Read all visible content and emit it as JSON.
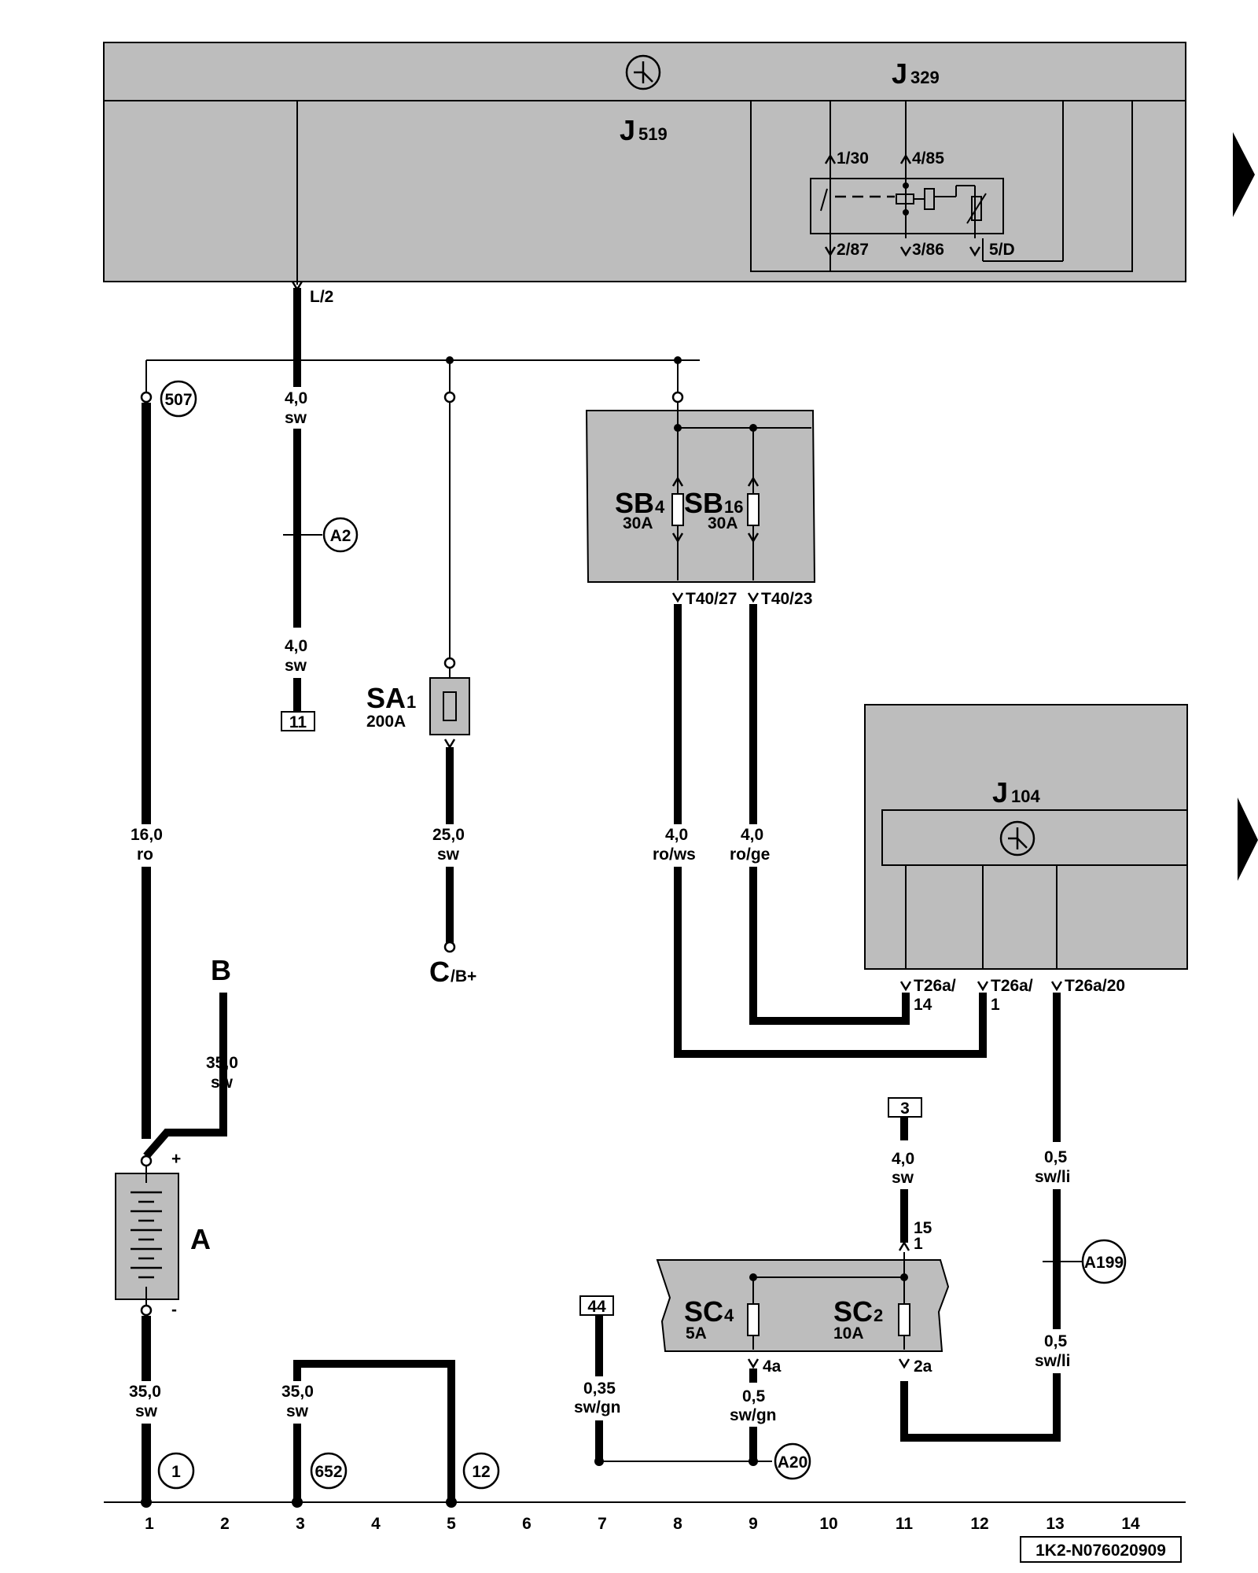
{
  "components": {
    "j329": {
      "letter": "J",
      "sub": "329"
    },
    "j519": {
      "letter": "J",
      "sub": "519"
    },
    "j104": {
      "letter": "J",
      "sub": "104"
    },
    "sa1": {
      "name": "SA",
      "sub": "1",
      "rating": "200A"
    },
    "sb4": {
      "name": "SB",
      "sub": "4",
      "rating": "30A"
    },
    "sb16": {
      "name": "SB",
      "sub": "16",
      "rating": "30A"
    },
    "sc4": {
      "name": "SC",
      "sub": "4",
      "rating": "5A"
    },
    "sc2": {
      "name": "SC",
      "sub": "2",
      "rating": "10A"
    },
    "battery": {
      "name": "A",
      "plus": "+",
      "minus": "-"
    },
    "b": {
      "name": "B"
    },
    "c": {
      "name": "C",
      "sub": "/B+"
    }
  },
  "relay_pins": [
    "1/30",
    "4/85",
    "2/87",
    "3/86",
    "5/D"
  ],
  "connectors": {
    "l2": "L/2",
    "t40_27": "T40/27",
    "t40_23": "T40/23",
    "t26a_14_a": "T26a/",
    "t26a_14_b": "14",
    "t26a_1_a": "T26a/",
    "t26a_1_b": "1",
    "t26a_20": "T26a/20",
    "pin_15": "15",
    "pin_1": "1",
    "pin_4a": "4a",
    "pin_2a": "2a"
  },
  "wires": {
    "w1": {
      "size": "4,0",
      "color": "sw"
    },
    "w2": {
      "size": "4,0",
      "color": "sw"
    },
    "w3": {
      "size": "16,0",
      "color": "ro"
    },
    "w4": {
      "size": "25,0",
      "color": "sw"
    },
    "w5": {
      "size": "4,0",
      "color": "ro/ws"
    },
    "w6": {
      "size": "4,0",
      "color": "ro/ge"
    },
    "w7": {
      "size": "35,0",
      "color": "sw"
    },
    "w8": {
      "size": "35,0",
      "color": "sw"
    },
    "w9": {
      "size": "35,0",
      "color": "sw"
    },
    "w10": {
      "size": "4,0",
      "color": "sw"
    },
    "w11": {
      "size": "0,5",
      "color": "sw/li"
    },
    "w12": {
      "size": "0,5",
      "color": "sw/li"
    },
    "w13": {
      "size": "0,35",
      "color": "sw/gn"
    },
    "w14": {
      "size": "0,5",
      "color": "sw/gn"
    }
  },
  "ground_points": {
    "g507": "507",
    "gA2": "A2",
    "g1": "1",
    "g652": "652",
    "g12": "12",
    "gA20": "A20",
    "gA199": "A199"
  },
  "ref_boxes": {
    "r11": "11",
    "r3": "3",
    "r44": "44"
  },
  "track_numbers": [
    "1",
    "2",
    "3",
    "4",
    "5",
    "6",
    "7",
    "8",
    "9",
    "10",
    "11",
    "12",
    "13",
    "14"
  ],
  "diagram_id": "1K2-N076020909"
}
